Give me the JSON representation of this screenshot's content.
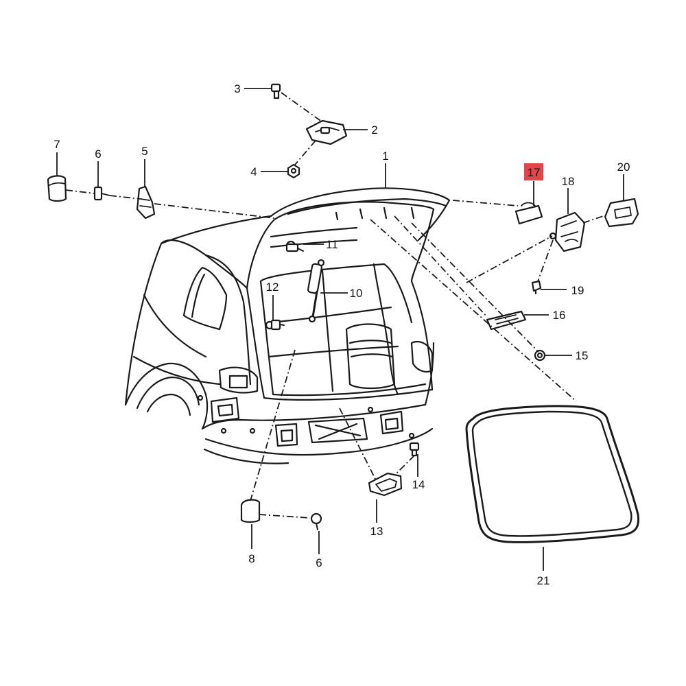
{
  "diagram": {
    "highlight_color": "#e0474c",
    "highlighted_callout": "17",
    "callouts": [
      {
        "id": "c1",
        "text": "1"
      },
      {
        "id": "c2",
        "text": "2"
      },
      {
        "id": "c3",
        "text": "3"
      },
      {
        "id": "c4",
        "text": "4"
      },
      {
        "id": "c5",
        "text": "5"
      },
      {
        "id": "c6a",
        "text": "6"
      },
      {
        "id": "c6b",
        "text": "6"
      },
      {
        "id": "c7",
        "text": "7"
      },
      {
        "id": "c8",
        "text": "8"
      },
      {
        "id": "c10",
        "text": "10"
      },
      {
        "id": "c11",
        "text": "11"
      },
      {
        "id": "c12",
        "text": "12"
      },
      {
        "id": "c13",
        "text": "13"
      },
      {
        "id": "c14",
        "text": "14"
      },
      {
        "id": "c15",
        "text": "15"
      },
      {
        "id": "c16",
        "text": "16"
      },
      {
        "id": "c17",
        "text": "17"
      },
      {
        "id": "c18",
        "text": "18"
      },
      {
        "id": "c19",
        "text": "19"
      },
      {
        "id": "c20",
        "text": "20"
      },
      {
        "id": "c21",
        "text": "21"
      }
    ]
  }
}
